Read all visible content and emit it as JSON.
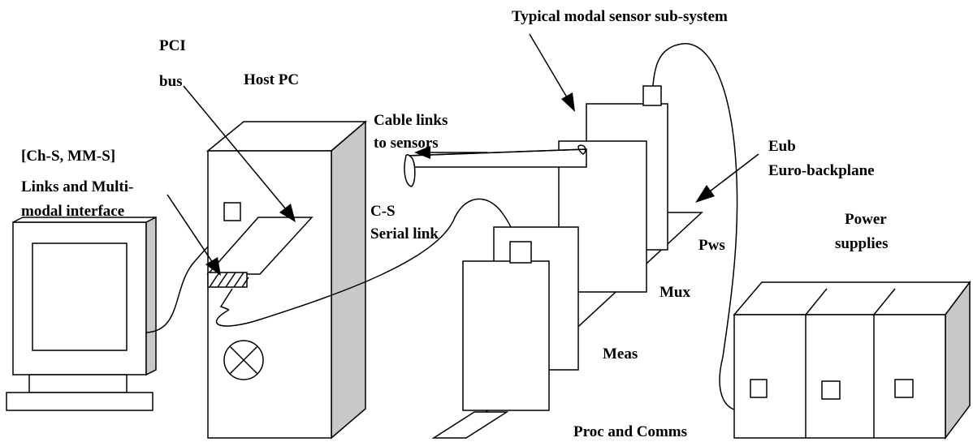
{
  "labels": {
    "typical_subsystem": "Typical modal sensor sub-system",
    "pci": "PCI",
    "bus": "bus",
    "host_pc": "Host PC",
    "cable_links": "Cable links",
    "to_sensors": "to sensors",
    "eub": "Eub",
    "euro_backplane": "Euro-backplane",
    "ch_s_mm_s": "[Ch-S, MM-S]",
    "links_and_multi": "Links and Multi-",
    "modal_interface": "modal interface",
    "c_s": "C-S",
    "serial_link": "Serial link",
    "power": "Power",
    "supplies": "supplies",
    "pws": "Pws",
    "mux": "Mux",
    "meas": "Meas",
    "proc_and_comms": "Proc and Comms"
  },
  "colors": {
    "stroke": "#000000",
    "shade": "#c8c8c8",
    "background": "#ffffff"
  }
}
